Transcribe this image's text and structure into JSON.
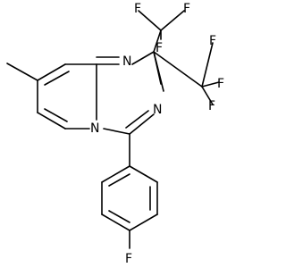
{
  "atoms": {
    "n_top": "N",
    "n_right": "N",
    "n_bridge": "N",
    "f_top_left": "F",
    "f_top_right": "F",
    "f_top_center": "F",
    "f_right_upper": "F",
    "f_right_lower": "F",
    "f_right_center": "F",
    "f_bottom": "F"
  },
  "colors": {
    "bond": "#000000",
    "label": "#000000",
    "background": "#ffffff"
  }
}
